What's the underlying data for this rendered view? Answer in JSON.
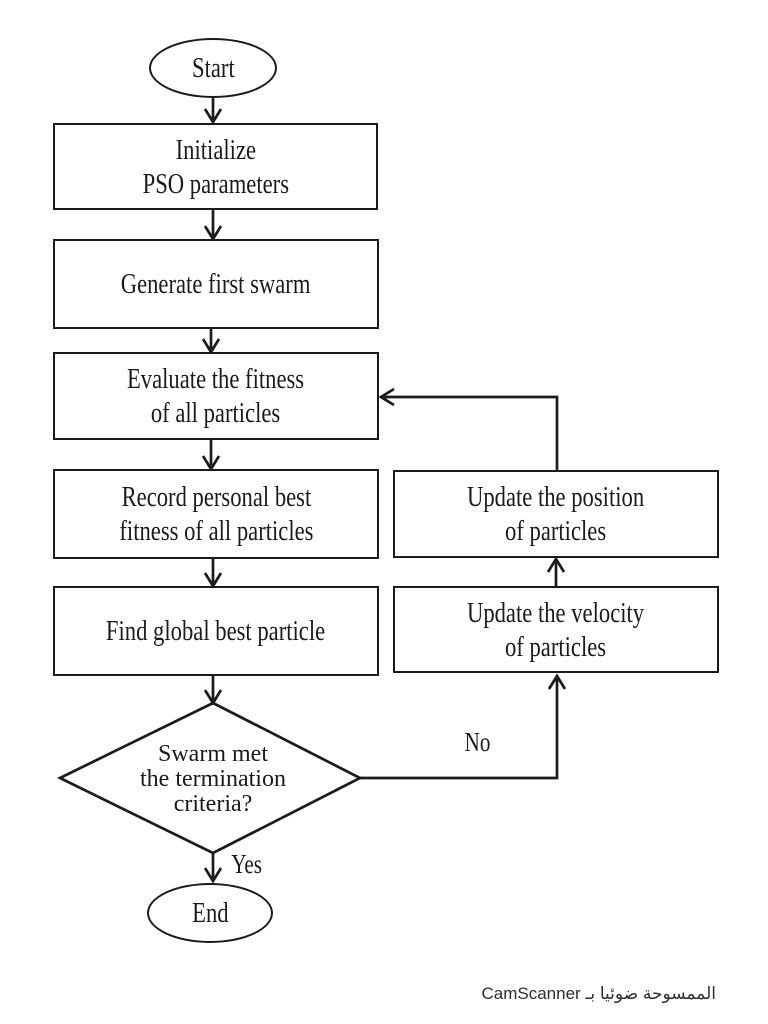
{
  "page": {
    "background_color": "#ffffff",
    "line_color": "#1b1b1b"
  },
  "diagram": {
    "type": "flowchart",
    "subject": "PSO algorithm flow",
    "nodes": {
      "start": "Start",
      "initialize": "Initialize\nPSO parameters",
      "generate": "Generate first swarm",
      "evaluate": "Evaluate the fitness\nof all particles",
      "record": "Record personal best\nfitness of all particles",
      "find": "Find global best particle",
      "decision": "Swarm met\nthe termination\ncriteria?",
      "update_position": "Update the position\nof particles",
      "update_velocity": "Update the velocity\nof particles",
      "end": "End"
    },
    "edge_labels": {
      "yes": "Yes",
      "no": "No"
    }
  },
  "footer": {
    "watermark": "الممسوحة ضوئيا بـ CamScanner"
  }
}
